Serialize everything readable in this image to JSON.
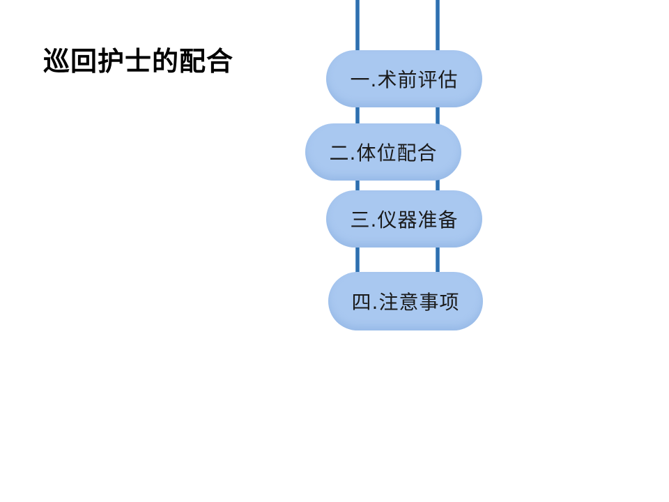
{
  "slide": {
    "title": "巡回护士的配合"
  },
  "steps": [
    {
      "label": "一.术前评估"
    },
    {
      "label": "二.体位配合"
    },
    {
      "label": "三.仪器准备"
    },
    {
      "label": "四.注意事项"
    }
  ],
  "colors": {
    "pill_fill": "#a9c8f0",
    "rail": "#2f6fae",
    "title": "#000000"
  }
}
